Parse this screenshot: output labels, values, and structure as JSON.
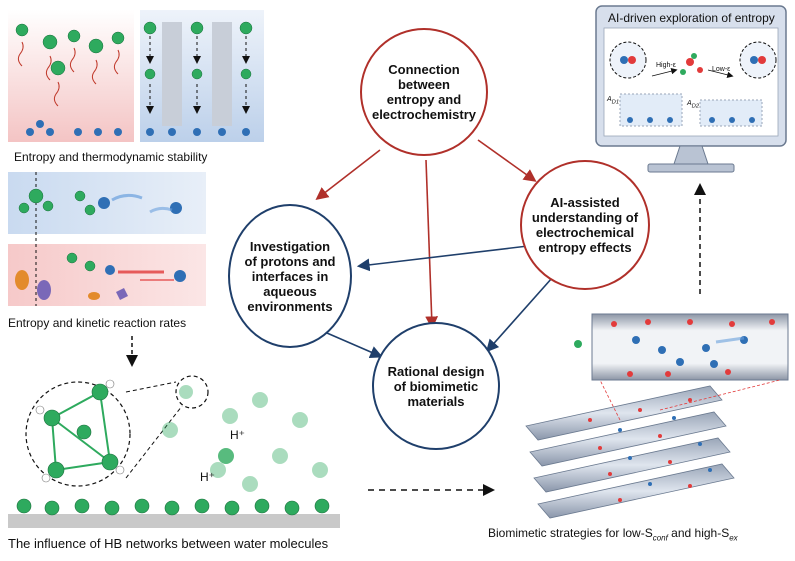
{
  "nodes": {
    "center_top": "Connection\nbetween\nentropy and\nelectrochemistry",
    "ai_assisted": "AI-assisted\nunderstanding of\nelectrochemical\nentropy effects",
    "protons": "Investigation\nof protons and\ninterfaces in\naqueous\nenvironments",
    "biomimetic": "Rational design\nof biomimetic\nmaterials"
  },
  "captions": {
    "thermo": "Entropy and thermodynamic stability",
    "kinetic": "Entropy and kinetic reaction rates",
    "hb": "The influence of HB networks between water molecules",
    "biomimetic_strategies": "Biomimetic strategies for low-S",
    "s_conf_sub": "conf",
    "and_high": " and high-S",
    "s_ex_sub": "ex"
  },
  "monitor": {
    "title": "AI-driven exploration of entropy",
    "high_label": "High-ε",
    "low_label": "Low-ε",
    "a_d1": "A",
    "a_d1_sub": "D1",
    "a_d2": "A",
    "a_d2_sub": "D2"
  },
  "hb_labels": {
    "h1": "H⁺",
    "h2": "H⁺"
  },
  "colors": {
    "red_arrow": "#b0302a",
    "blue_arrow": "#1f3f6b",
    "green_molecule": "#2eaa5e",
    "blue_atom": "#2f6fb5"
  }
}
